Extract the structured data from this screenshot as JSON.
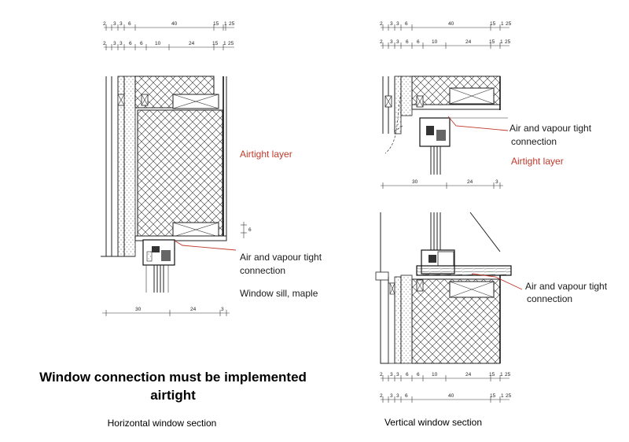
{
  "labels": {
    "airtight_layer_h": "Airtight layer",
    "air_vapour_h": "Air and vapour tight",
    "connection_h": "connection",
    "window_sill": "Window sill, maple",
    "air_vapour_v1": "Air and vapour tight",
    "connection_v1": "connection",
    "airtight_layer_v": "Airtight layer",
    "air_vapour_v2": "Air and vapour tight",
    "connection_v2": "connection"
  },
  "title": {
    "line1": "Window connection must be implemented",
    "line2": "airtight"
  },
  "captions": {
    "horizontal": "Horizontal window section",
    "vertical": "Vertical window section"
  },
  "dimensions": {
    "chain_a": [
      "2",
      "3",
      "3",
      "6",
      "40",
      "15",
      "1",
      "25"
    ],
    "chain_b": [
      "2",
      "3",
      "3",
      "6",
      "6",
      "10",
      "24",
      "15",
      "1",
      "25"
    ],
    "bottom_h": [
      "30",
      "24",
      "3"
    ],
    "side_h": "6",
    "bottom_v": [
      "30",
      "24",
      "3"
    ]
  },
  "colors": {
    "airtight": "#c0392b",
    "ink": "#1a1a1a"
  }
}
